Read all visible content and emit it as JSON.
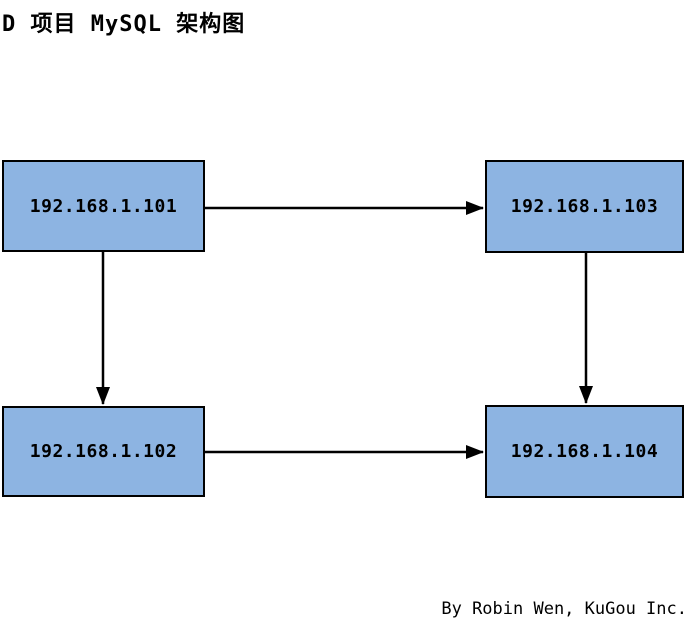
{
  "title": "D 项目 MySQL 架构图",
  "nodes": [
    {
      "id": "node-101",
      "label": "192.168.1.101"
    },
    {
      "id": "node-103",
      "label": "192.168.1.103"
    },
    {
      "id": "node-102",
      "label": "192.168.1.102"
    },
    {
      "id": "node-104",
      "label": "192.168.1.104"
    }
  ],
  "edges": [
    {
      "from": "192.168.1.101",
      "to": "192.168.1.103",
      "direction": "right"
    },
    {
      "from": "192.168.1.101",
      "to": "192.168.1.102",
      "direction": "down"
    },
    {
      "from": "192.168.1.103",
      "to": "192.168.1.104",
      "direction": "down"
    },
    {
      "from": "192.168.1.102",
      "to": "192.168.1.104",
      "direction": "right"
    }
  ],
  "credit": "By Robin Wen, KuGou Inc.",
  "colors": {
    "background": "#ffffff",
    "node_fill": "#8db4e2",
    "node_border": "#000000",
    "arrow": "#000000",
    "text": "#000000"
  }
}
